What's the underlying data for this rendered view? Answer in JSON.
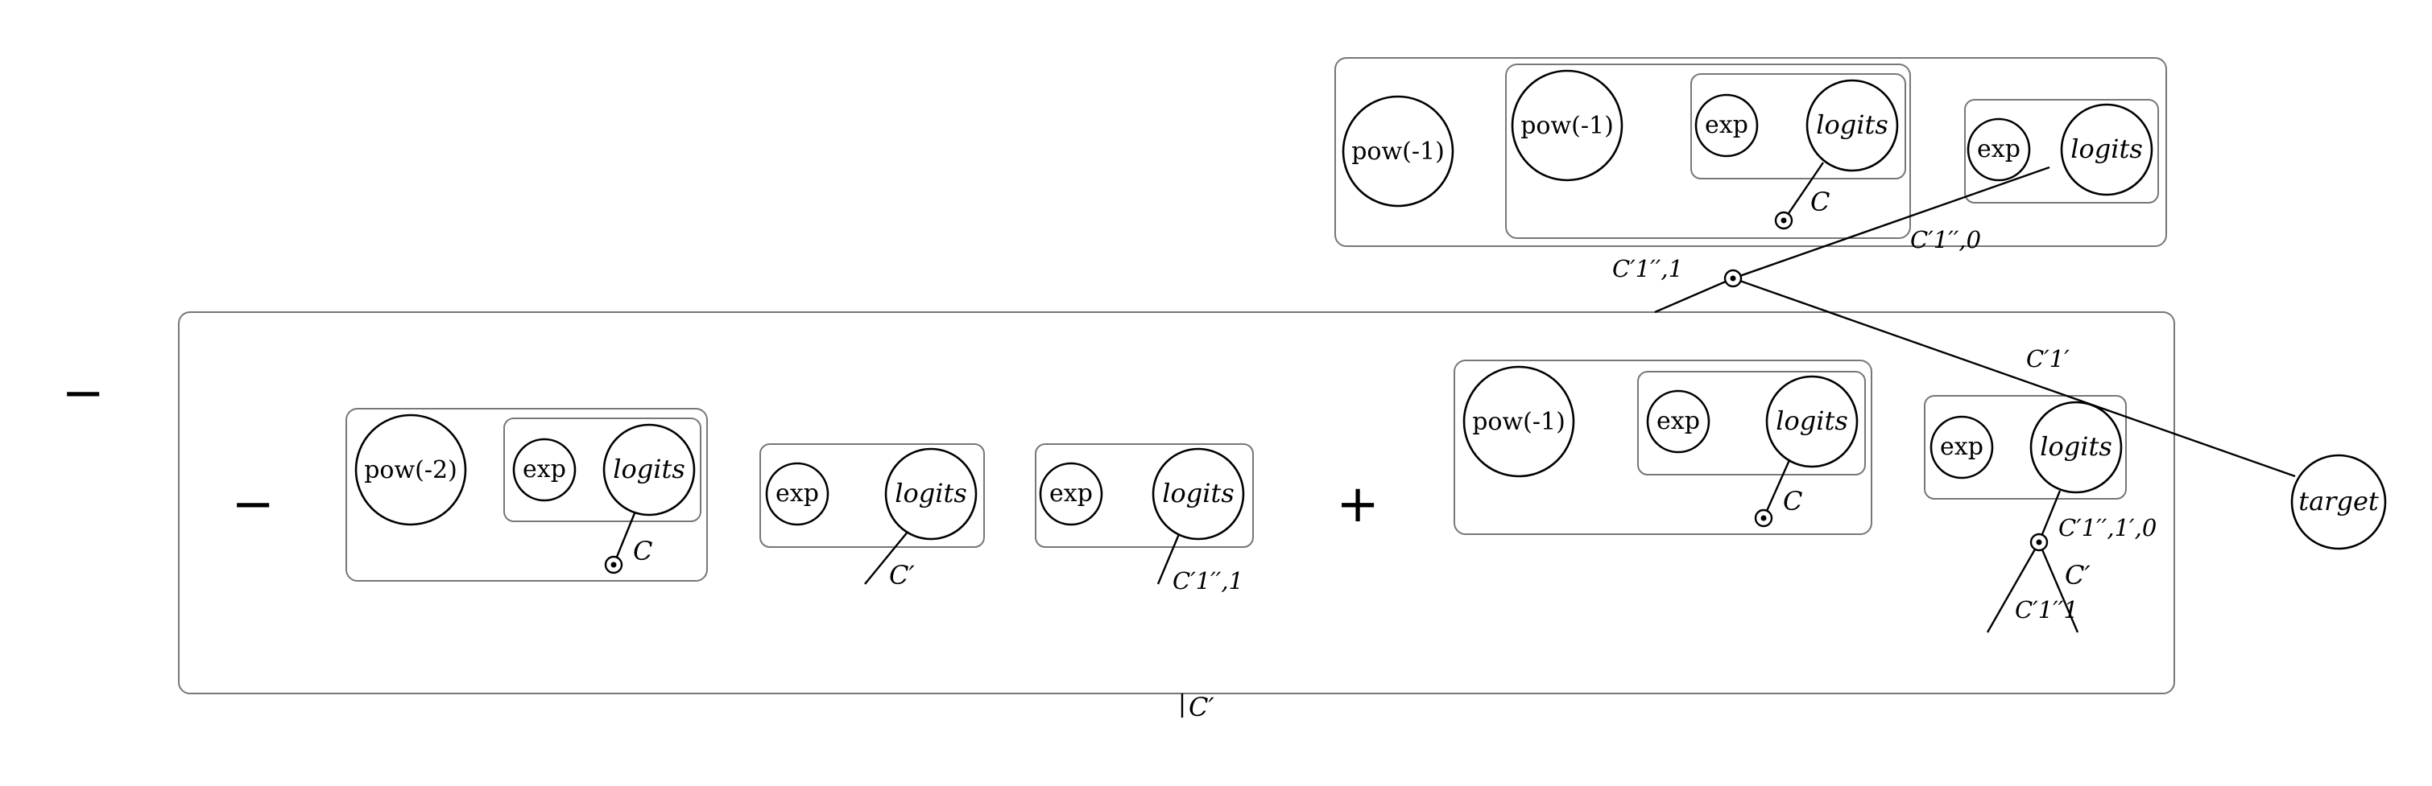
{
  "signs": {
    "outer_minus": "−",
    "inner_minus": "−",
    "plus": "+"
  },
  "nodes": {
    "pow_neg1": "pow(-1)",
    "pow_neg2": "pow(-2)",
    "exp": "exp",
    "logits": "logits",
    "target": "target"
  },
  "edge_labels": {
    "C": "C",
    "C_prime": "C′",
    "C_1pp_1": "C′1′′,1",
    "C_1pp_0": "C′1′′,0",
    "C_1p": "C′1′",
    "C_1pp_1p_0": "C′1′′,1′,0",
    "C_1pp_sub1": "C′1′′1"
  }
}
